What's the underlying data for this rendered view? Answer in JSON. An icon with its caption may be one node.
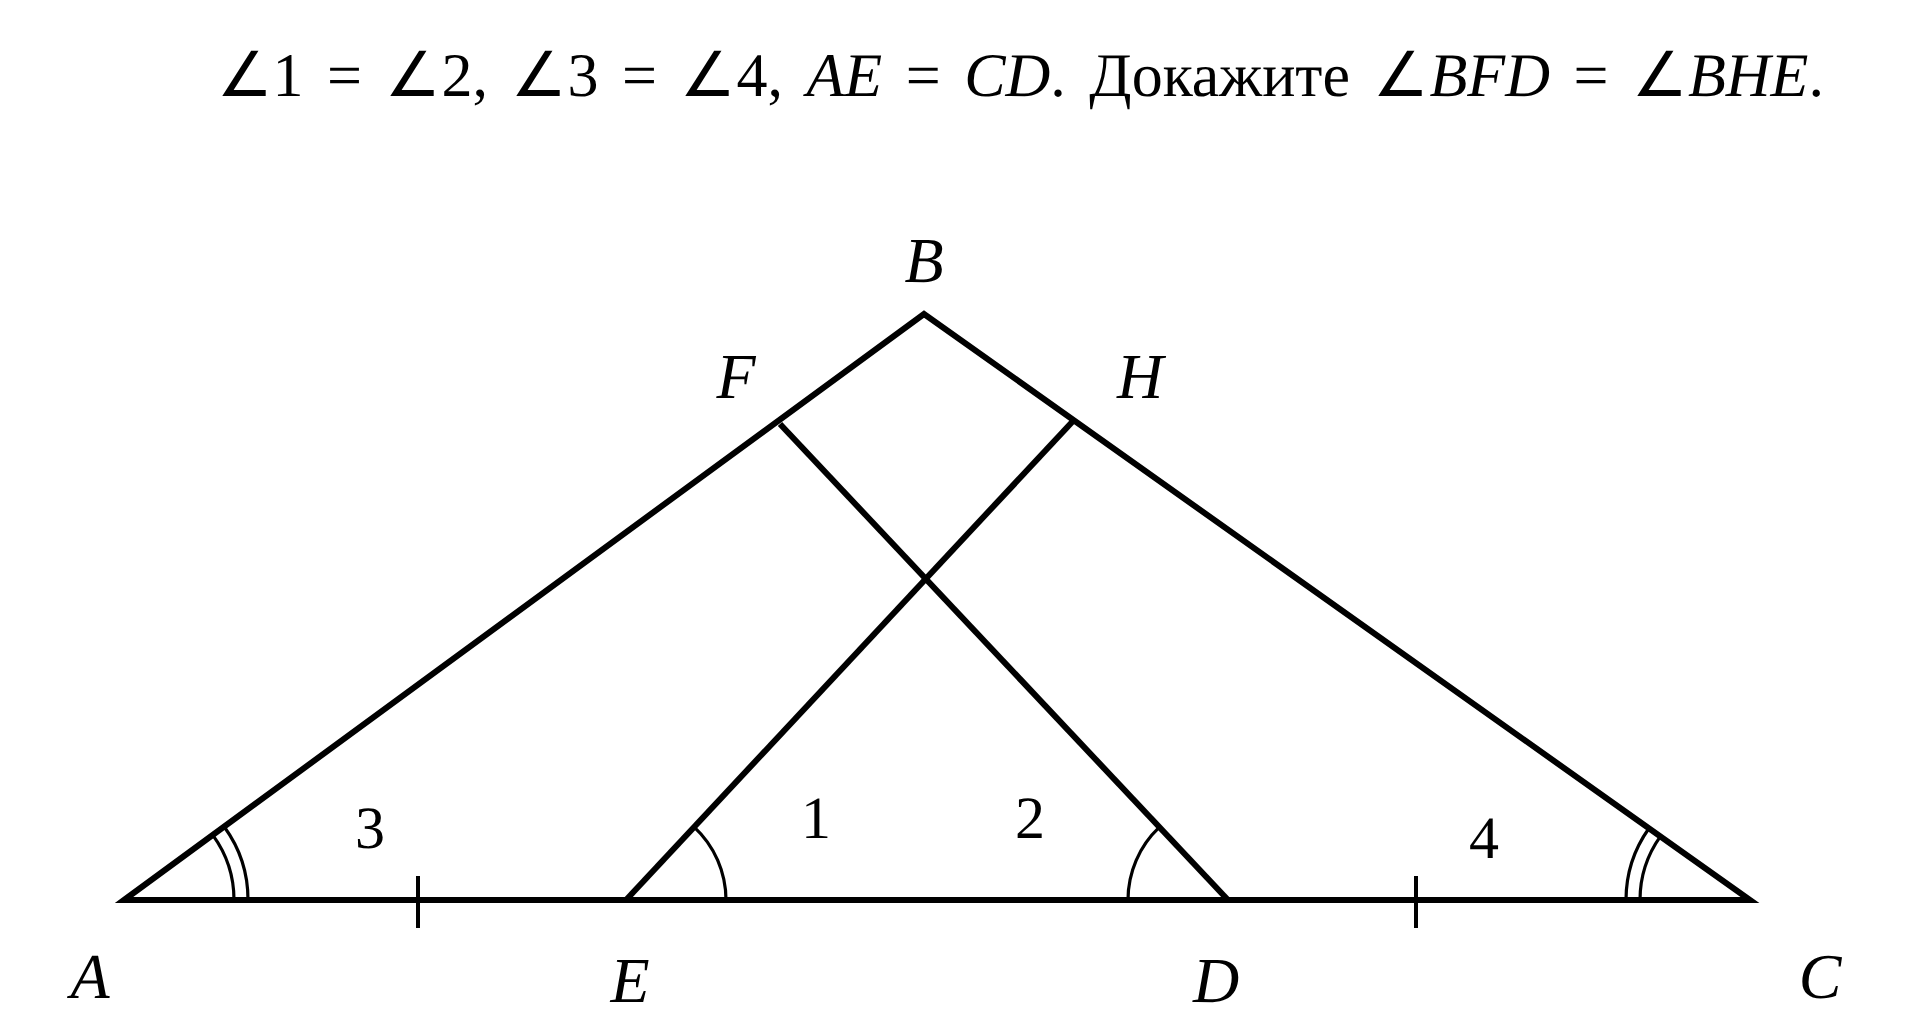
{
  "diagram": {
    "title": "∠1 = ∠2, ∠3 = ∠4, *AE* = *CD*. Докажите ∠*BFD* = ∠*BHE*.",
    "labels": [
      "B",
      "F",
      "H",
      "3",
      "1",
      "2",
      "4",
      "A",
      "E",
      "D",
      "C"
    ]
  }
}
